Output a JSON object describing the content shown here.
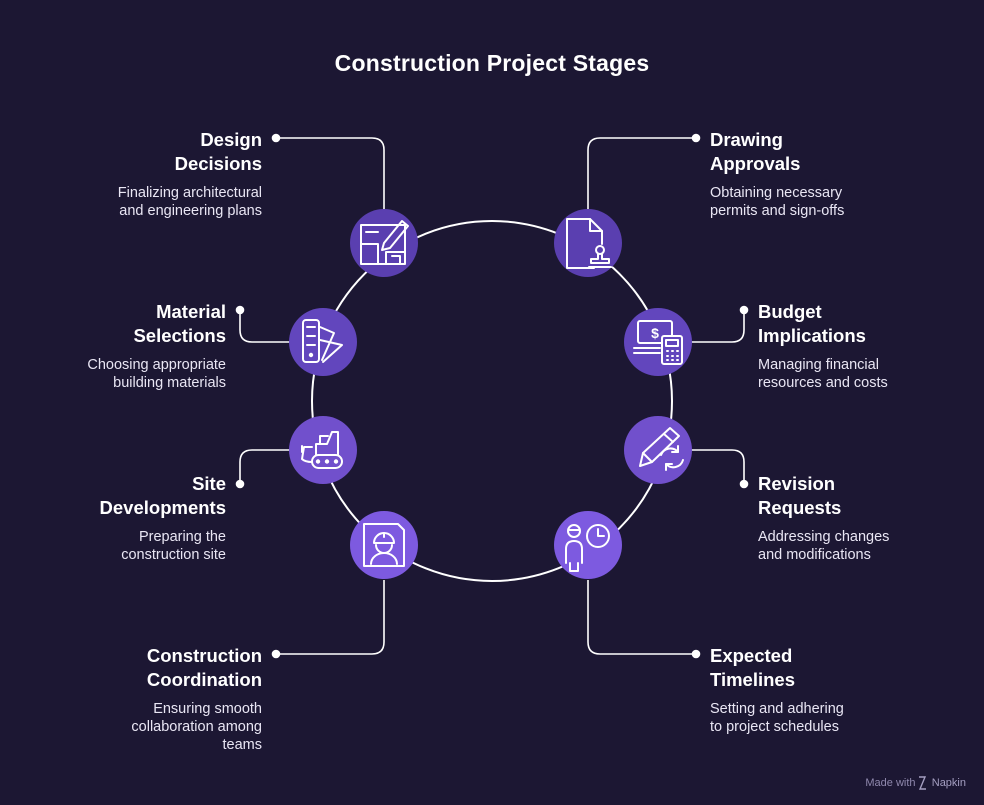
{
  "title": "Construction Project Stages",
  "stages": [
    {
      "title_l1": "Design",
      "title_l2": "Decisions",
      "desc_l1": "Finalizing architectural",
      "desc_l2": "and engineering plans",
      "icon": "blueprint-pencil-icon",
      "color": "#5a3fb0"
    },
    {
      "title_l1": "Drawing",
      "title_l2": "Approvals",
      "desc_l1": "Obtaining necessary",
      "desc_l2": "permits and sign-offs",
      "icon": "document-stamp-icon",
      "color": "#5a3fb0"
    },
    {
      "title_l1": "Material",
      "title_l2": "Selections",
      "desc_l1": "Choosing appropriate",
      "desc_l2": "building materials",
      "icon": "color-swatch-icon",
      "color": "#6246bd"
    },
    {
      "title_l1": "Budget",
      "title_l2": "Implications",
      "desc_l1": "Managing financial",
      "desc_l2": "resources and costs",
      "icon": "money-calculator-icon",
      "color": "#6246bd"
    },
    {
      "title_l1": "Site",
      "title_l2": "Developments",
      "desc_l1": "Preparing the",
      "desc_l2": "construction site",
      "icon": "bulldozer-icon",
      "color": "#7150cc"
    },
    {
      "title_l1": "Revision",
      "title_l2": "Requests",
      "desc_l1": "Addressing changes",
      "desc_l2": "and modifications",
      "icon": "pencil-refresh-icon",
      "color": "#7150cc"
    },
    {
      "title_l1": "Construction",
      "title_l2": "Coordination",
      "desc_l1": "Ensuring smooth",
      "desc_l2": "collaboration among",
      "desc_l3": "teams",
      "icon": "worker-helmet-icon",
      "color": "#7d5ae0"
    },
    {
      "title_l1": "Expected",
      "title_l2": "Timelines",
      "desc_l1": "Setting and adhering",
      "desc_l2": "to project schedules",
      "icon": "person-clock-icon",
      "color": "#7d5ae0"
    }
  ],
  "footer": {
    "made_with": "Made with",
    "brand": "Napkin"
  },
  "colors": {
    "background": "#1c1733",
    "line": "#ffffff"
  }
}
